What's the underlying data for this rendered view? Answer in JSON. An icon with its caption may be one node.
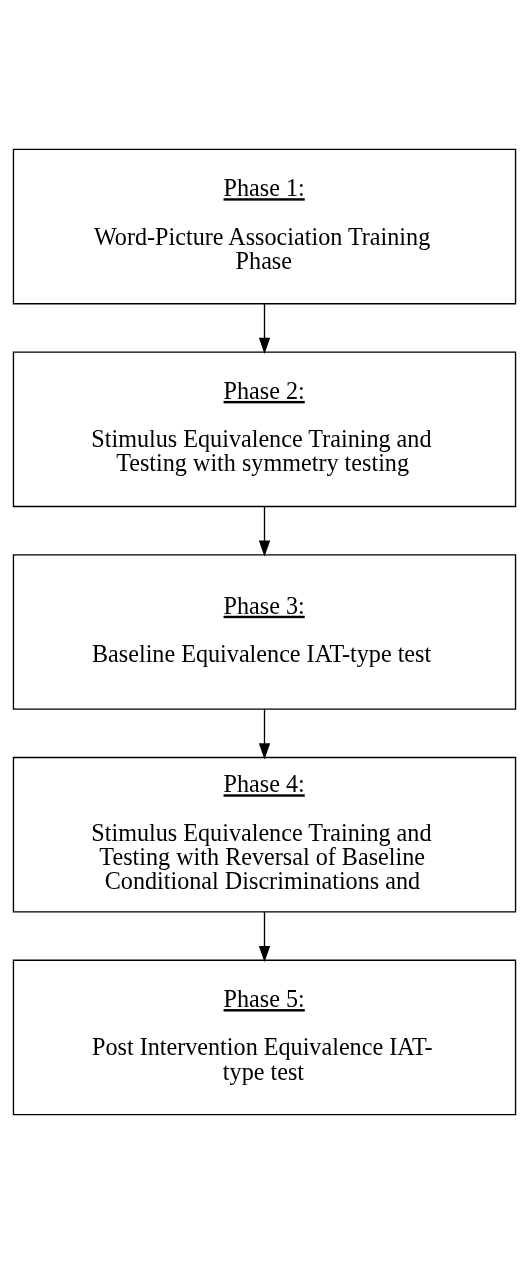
{
  "diagram": {
    "nodes": [
      {
        "text": [
          "Phase 1:",
          "Word-Picture Association Training Phase"
        ]
      },
      {
        "text": [
          "Phase 2:",
          "Stimulus Equivalence Training and Testing with symmetry testing"
        ]
      },
      {
        "text": [
          "Phase 3:",
          "Baseline Equivalence IAT-type test"
        ]
      },
      {
        "text": [
          "Phase 4:",
          "Stimulus Equivalence Training and Testing with Reversal of Baseline Conditional Discriminations and"
        ]
      },
      {
        "text": [
          "Phase 5:",
          "Post Intervention Equivalence IAT-type test"
        ]
      }
    ],
    "edges": [
      {
        "from": 0,
        "to": 1,
        "arrow": "to"
      },
      {
        "from": 1,
        "to": 2,
        "arrow": "to"
      },
      {
        "from": 2,
        "to": 3,
        "arrow": "to"
      },
      {
        "from": 3,
        "to": 4,
        "arrow": "to"
      }
    ]
  }
}
